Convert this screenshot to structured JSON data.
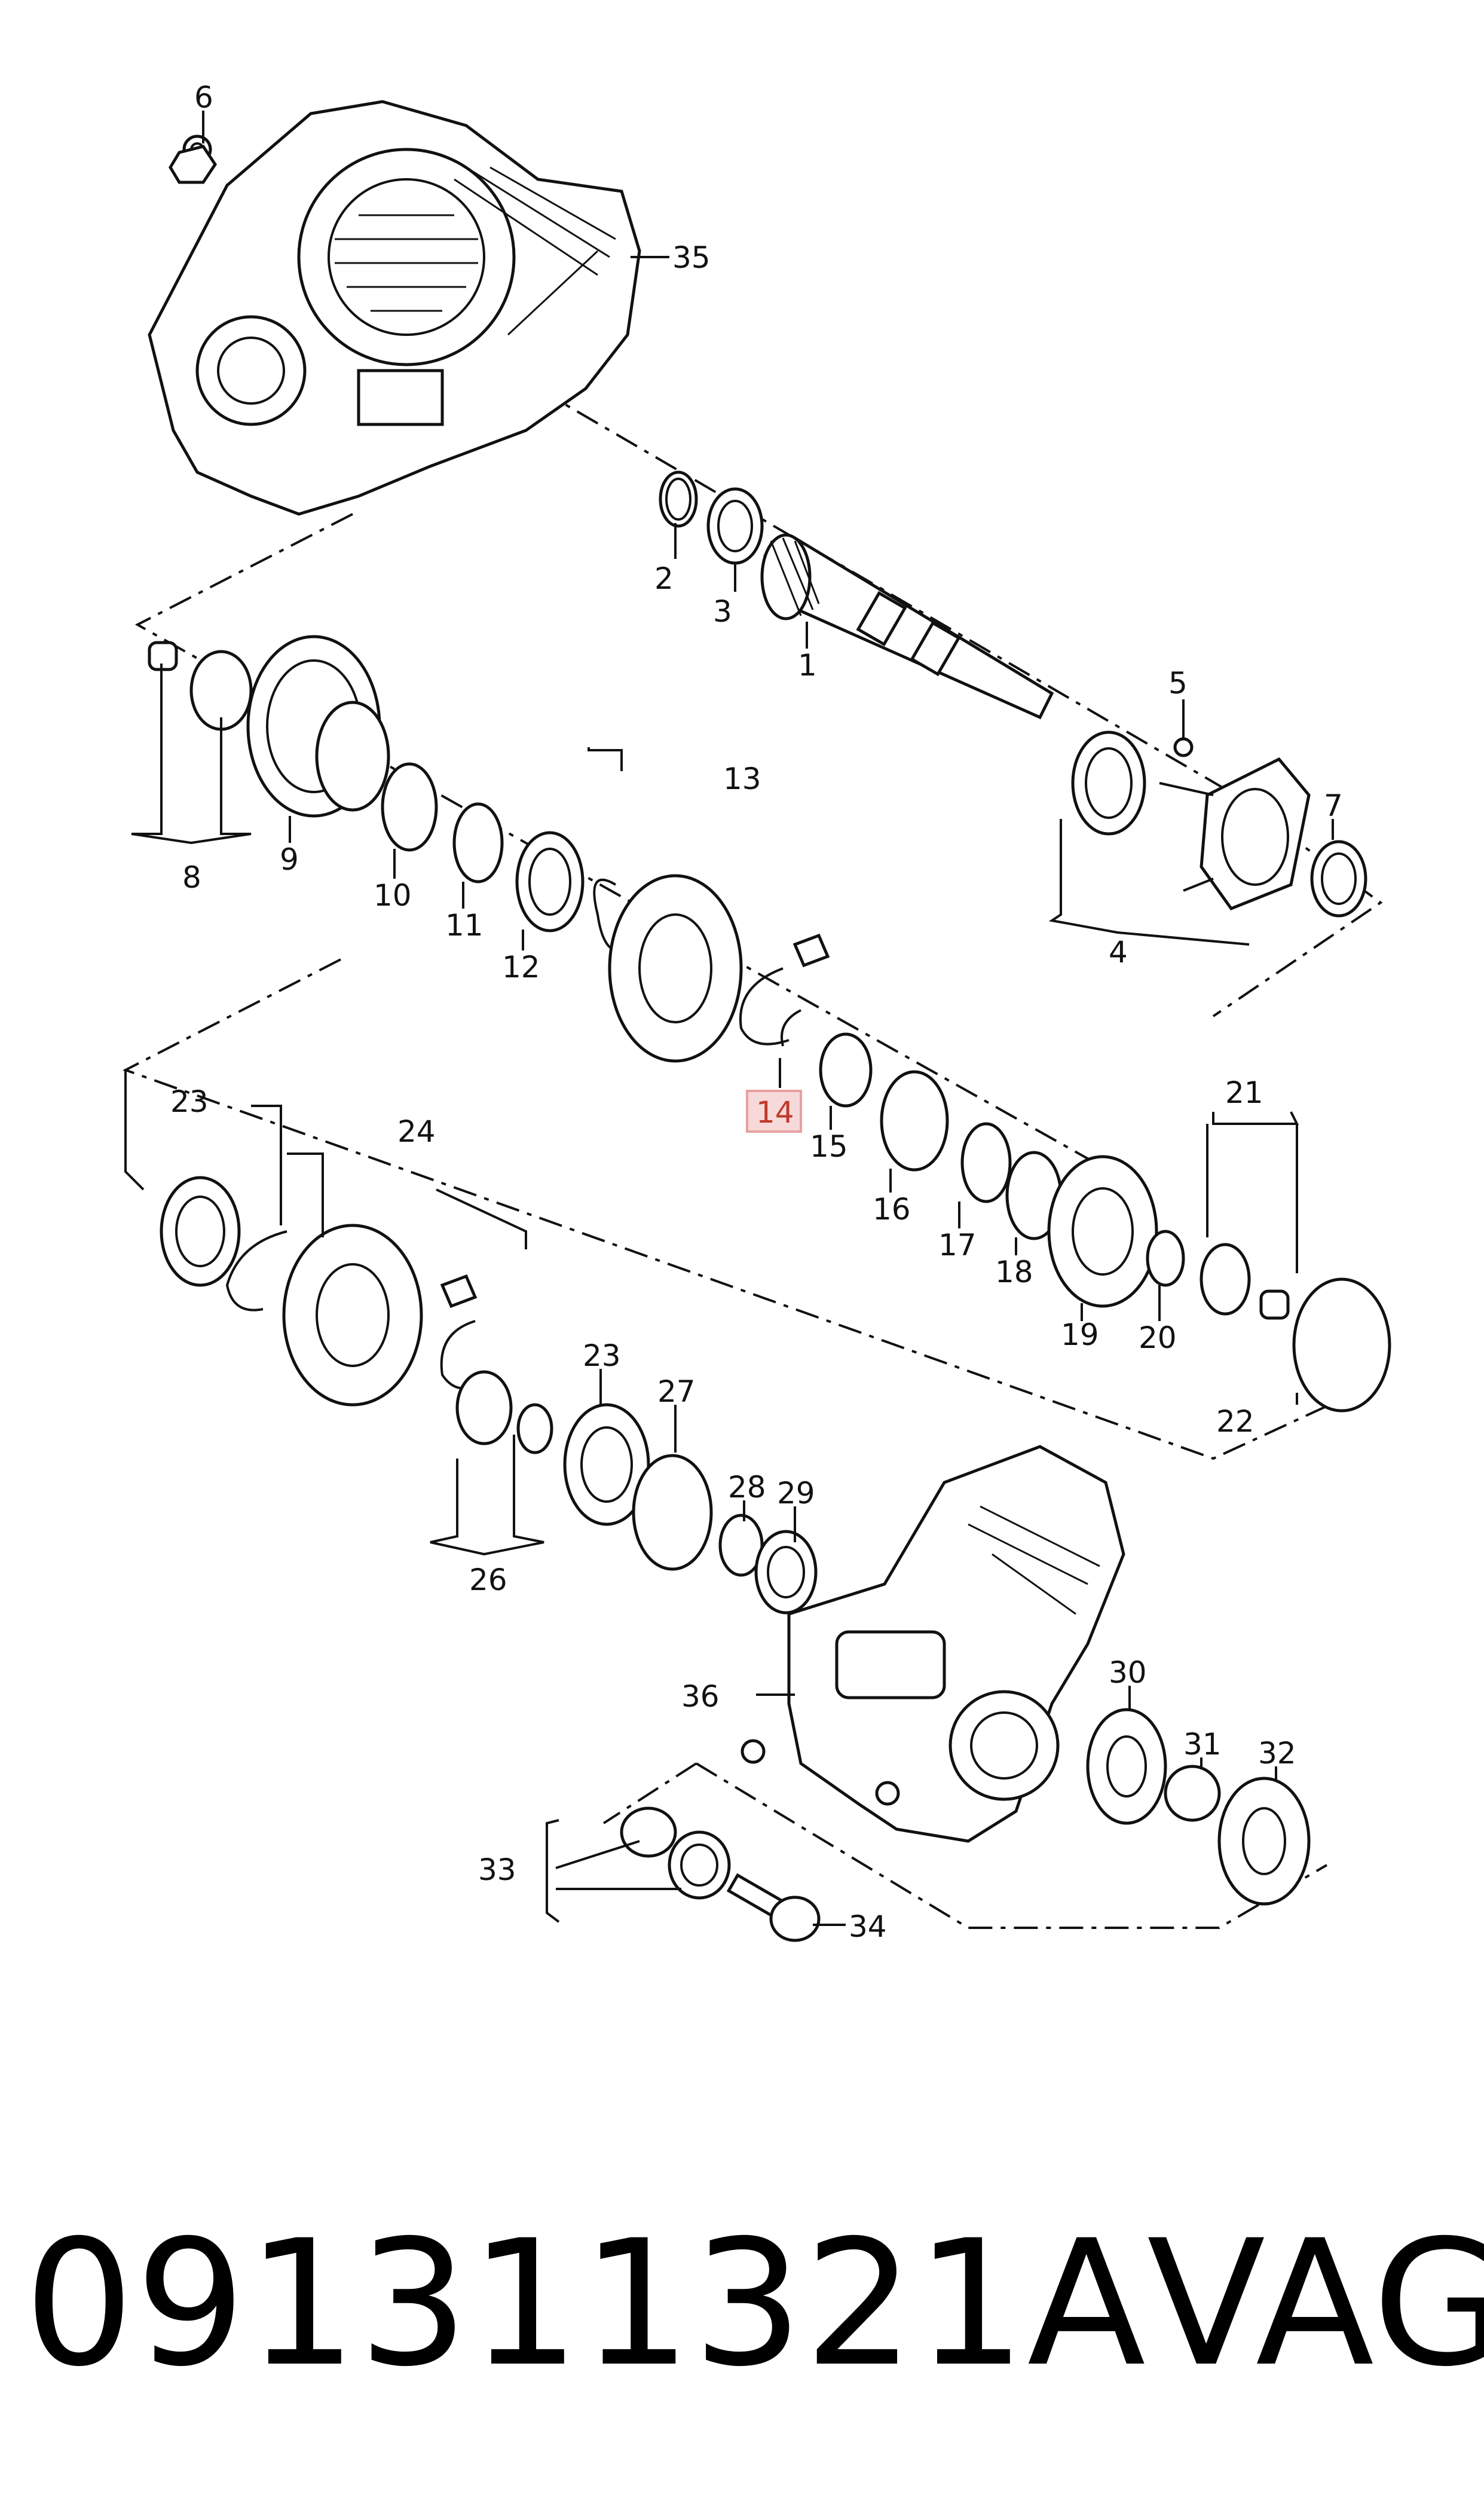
{
  "diagram": {
    "callouts": [
      "1",
      "2",
      "3",
      "4",
      "5",
      "6",
      "7",
      "8",
      "9",
      "10",
      "11",
      "12",
      "13",
      "14",
      "15",
      "16",
      "17",
      "18",
      "19",
      "20",
      "21",
      "22",
      "23",
      "24",
      "26",
      "23",
      "27",
      "28",
      "29",
      "30",
      "31",
      "32",
      "33",
      "34",
      "35",
      "36"
    ],
    "highlighted_callout": "14",
    "highlight_color": "#e8a0a0"
  },
  "caption": {
    "part_number": "091311321A",
    "brand": "VAG"
  }
}
